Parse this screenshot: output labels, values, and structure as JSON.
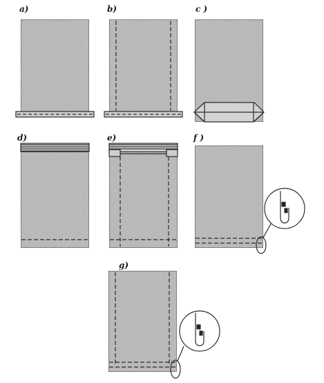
{
  "panels": [
    {
      "id": "a",
      "label": "a)"
    },
    {
      "id": "b",
      "label": "b)"
    },
    {
      "id": "c",
      "label": "c )"
    },
    {
      "id": "d",
      "label": "d)"
    },
    {
      "id": "e",
      "label": "e)"
    },
    {
      "id": "f",
      "label": "f )"
    },
    {
      "id": "g",
      "label": "g)"
    }
  ],
  "colors": {
    "bag_fill": "#b9b9b9",
    "outline": "#2b2b2b",
    "paper": "#ffffff"
  }
}
